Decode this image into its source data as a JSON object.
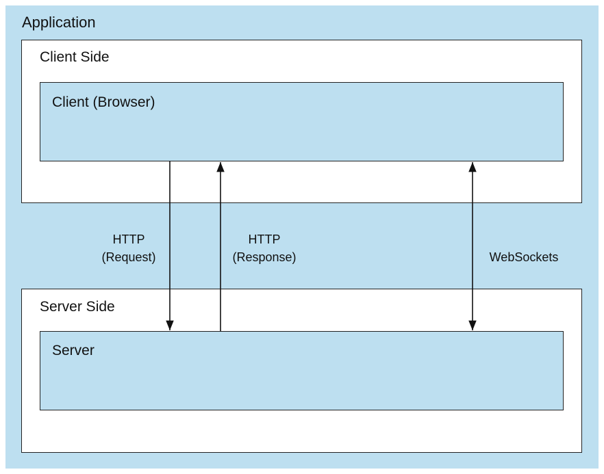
{
  "application": {
    "title": "Application"
  },
  "client_side": {
    "title": "Client Side",
    "client": {
      "label": "Client (Browser)"
    }
  },
  "server_side": {
    "title": "Server Side",
    "server": {
      "label": "Server"
    }
  },
  "connections": {
    "http_request": {
      "line1": "HTTP",
      "line2": "(Request)",
      "direction": "client-to-server"
    },
    "http_response": {
      "line1": "HTTP",
      "line2": "(Response)",
      "direction": "server-to-client"
    },
    "websockets": {
      "label": "WebSockets",
      "direction": "bidirectional"
    }
  },
  "colors": {
    "panel_fill": "#bddff0",
    "box_fill": "#ffffff",
    "stroke": "#222222"
  }
}
